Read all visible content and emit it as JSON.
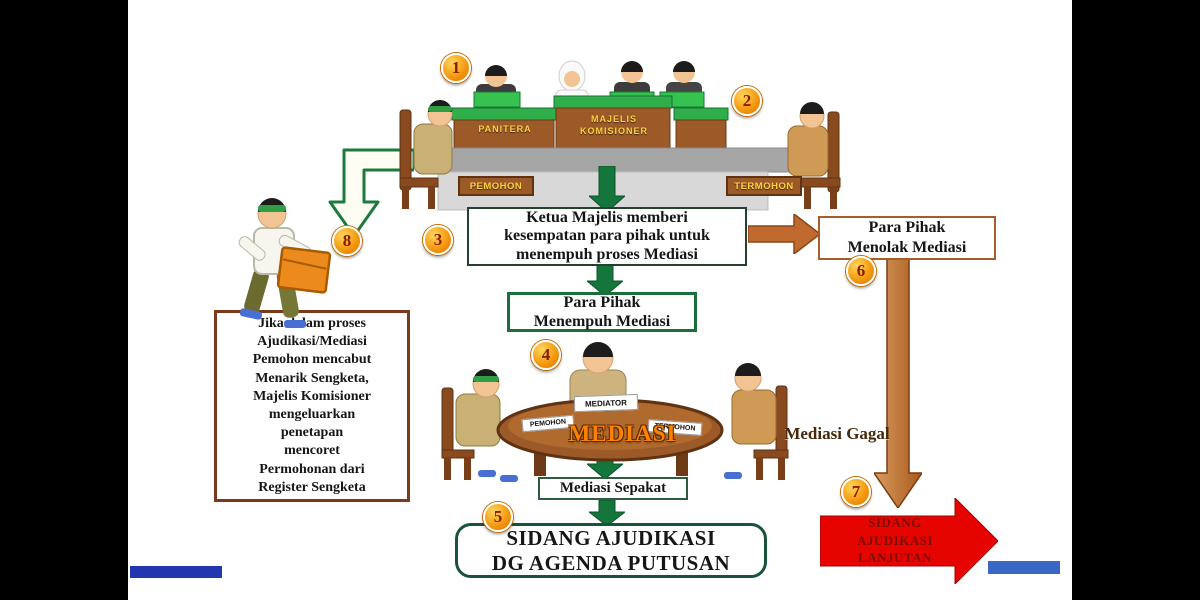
{
  "badges": {
    "b1": "1",
    "b2": "2",
    "b3": "3",
    "b4": "4",
    "b5": "5",
    "b6": "6",
    "b7": "7",
    "b8": "8"
  },
  "courtroom": {
    "panitera_label": "PANITERA",
    "majelis_line1": "MAJELIS",
    "majelis_line2": "KOMISIONER",
    "pemohon_label": "PEMOHON",
    "termohon_label": "TERMOHON"
  },
  "mediation": {
    "mediator_label": "MEDIATOR",
    "pemohon_label": "PEMOHON",
    "termohon_label": "TERMOHON",
    "table_label": "MEDIASI"
  },
  "flow": {
    "step3_lines": [
      "Ketua Majelis memberi",
      "kesempatan para pihak untuk",
      "menempuh proses Mediasi"
    ],
    "menolak_lines": [
      "Para Pihak",
      "Menolak Mediasi"
    ],
    "menempuh_lines": [
      "Para Pihak",
      "Menempuh Mediasi"
    ],
    "mediasi_gagal": "Mediasi Gagal",
    "mediasi_sepakat": "Mediasi Sepakat",
    "sidang_lines": [
      "SIDANG AJUDIKASI",
      "DG AGENDA PUTUSAN"
    ],
    "lanjutan_lines": [
      "SIDANG",
      "AJUDIKASI",
      "LANJUTAN"
    ]
  },
  "note": {
    "lines": [
      "Jika dalam proses",
      "Ajudikasi/Mediasi",
      "Pemohon mencabut",
      "Menarik Sengketa,",
      "Majelis Komisioner",
      "mengeluarkan",
      "penetapan",
      "mencoret",
      "Permohonan dari",
      "Register Sengketa"
    ]
  },
  "colors": {
    "green_arrow": "#14763b",
    "orange_arrow": "#c06a30",
    "red_arrow": "#e60400",
    "badge_orange": "#f49a10",
    "bench_brown": "#9c5a28",
    "bench_green": "#2fae4a",
    "gold_text": "#ffd23f"
  }
}
